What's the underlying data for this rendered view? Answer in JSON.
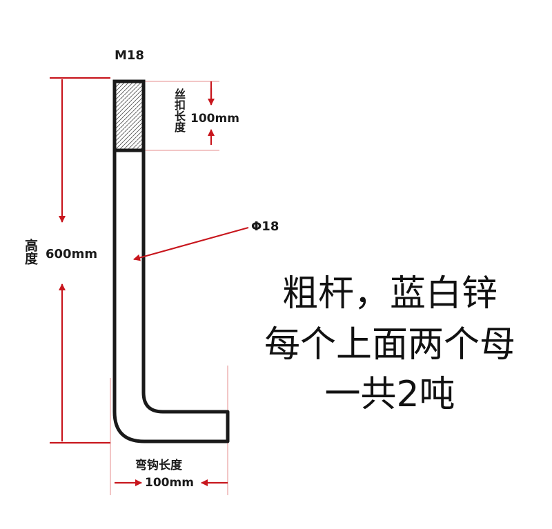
{
  "diagram": {
    "thread_spec": "M18",
    "thread_length_label": "丝扣长度",
    "thread_length_value": "100mm",
    "diameter_label": "Φ18",
    "height_label": "高度",
    "height_value": "600mm",
    "hook_length_label": "弯钩长度",
    "hook_length_value": "100mm"
  },
  "notes": {
    "line1": "粗杆，蓝白锌",
    "line2": "每个上面两个母",
    "line3": "一共2吨"
  },
  "colors": {
    "dimension_line": "#c8161d",
    "outline": "#1a1a1a",
    "extension_line": "#f2c6c6"
  }
}
